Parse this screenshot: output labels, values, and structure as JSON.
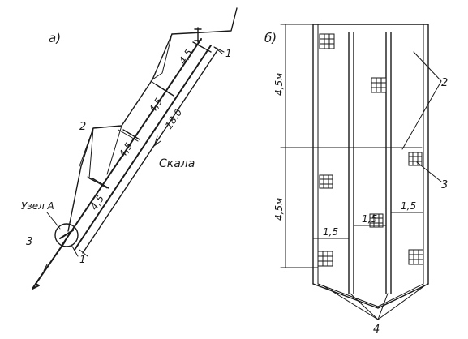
{
  "diagram": {
    "panel_a": {
      "label": "а)",
      "segments": [
        "4,5",
        "4,5",
        "4,5",
        "4,5"
      ],
      "total": "18,0",
      "rock_label": "Скала",
      "node_label": "Узел А",
      "callouts": {
        "top": "1",
        "bottom": "1",
        "left_mid": "2",
        "left_low": "3"
      }
    },
    "panel_b": {
      "label": "б)",
      "heights": [
        "4,5м",
        "4,5м"
      ],
      "widths": [
        "1,5",
        "1,5",
        "1,5"
      ],
      "callouts": {
        "c2": "2",
        "c3": "3",
        "c4": "4"
      }
    }
  }
}
